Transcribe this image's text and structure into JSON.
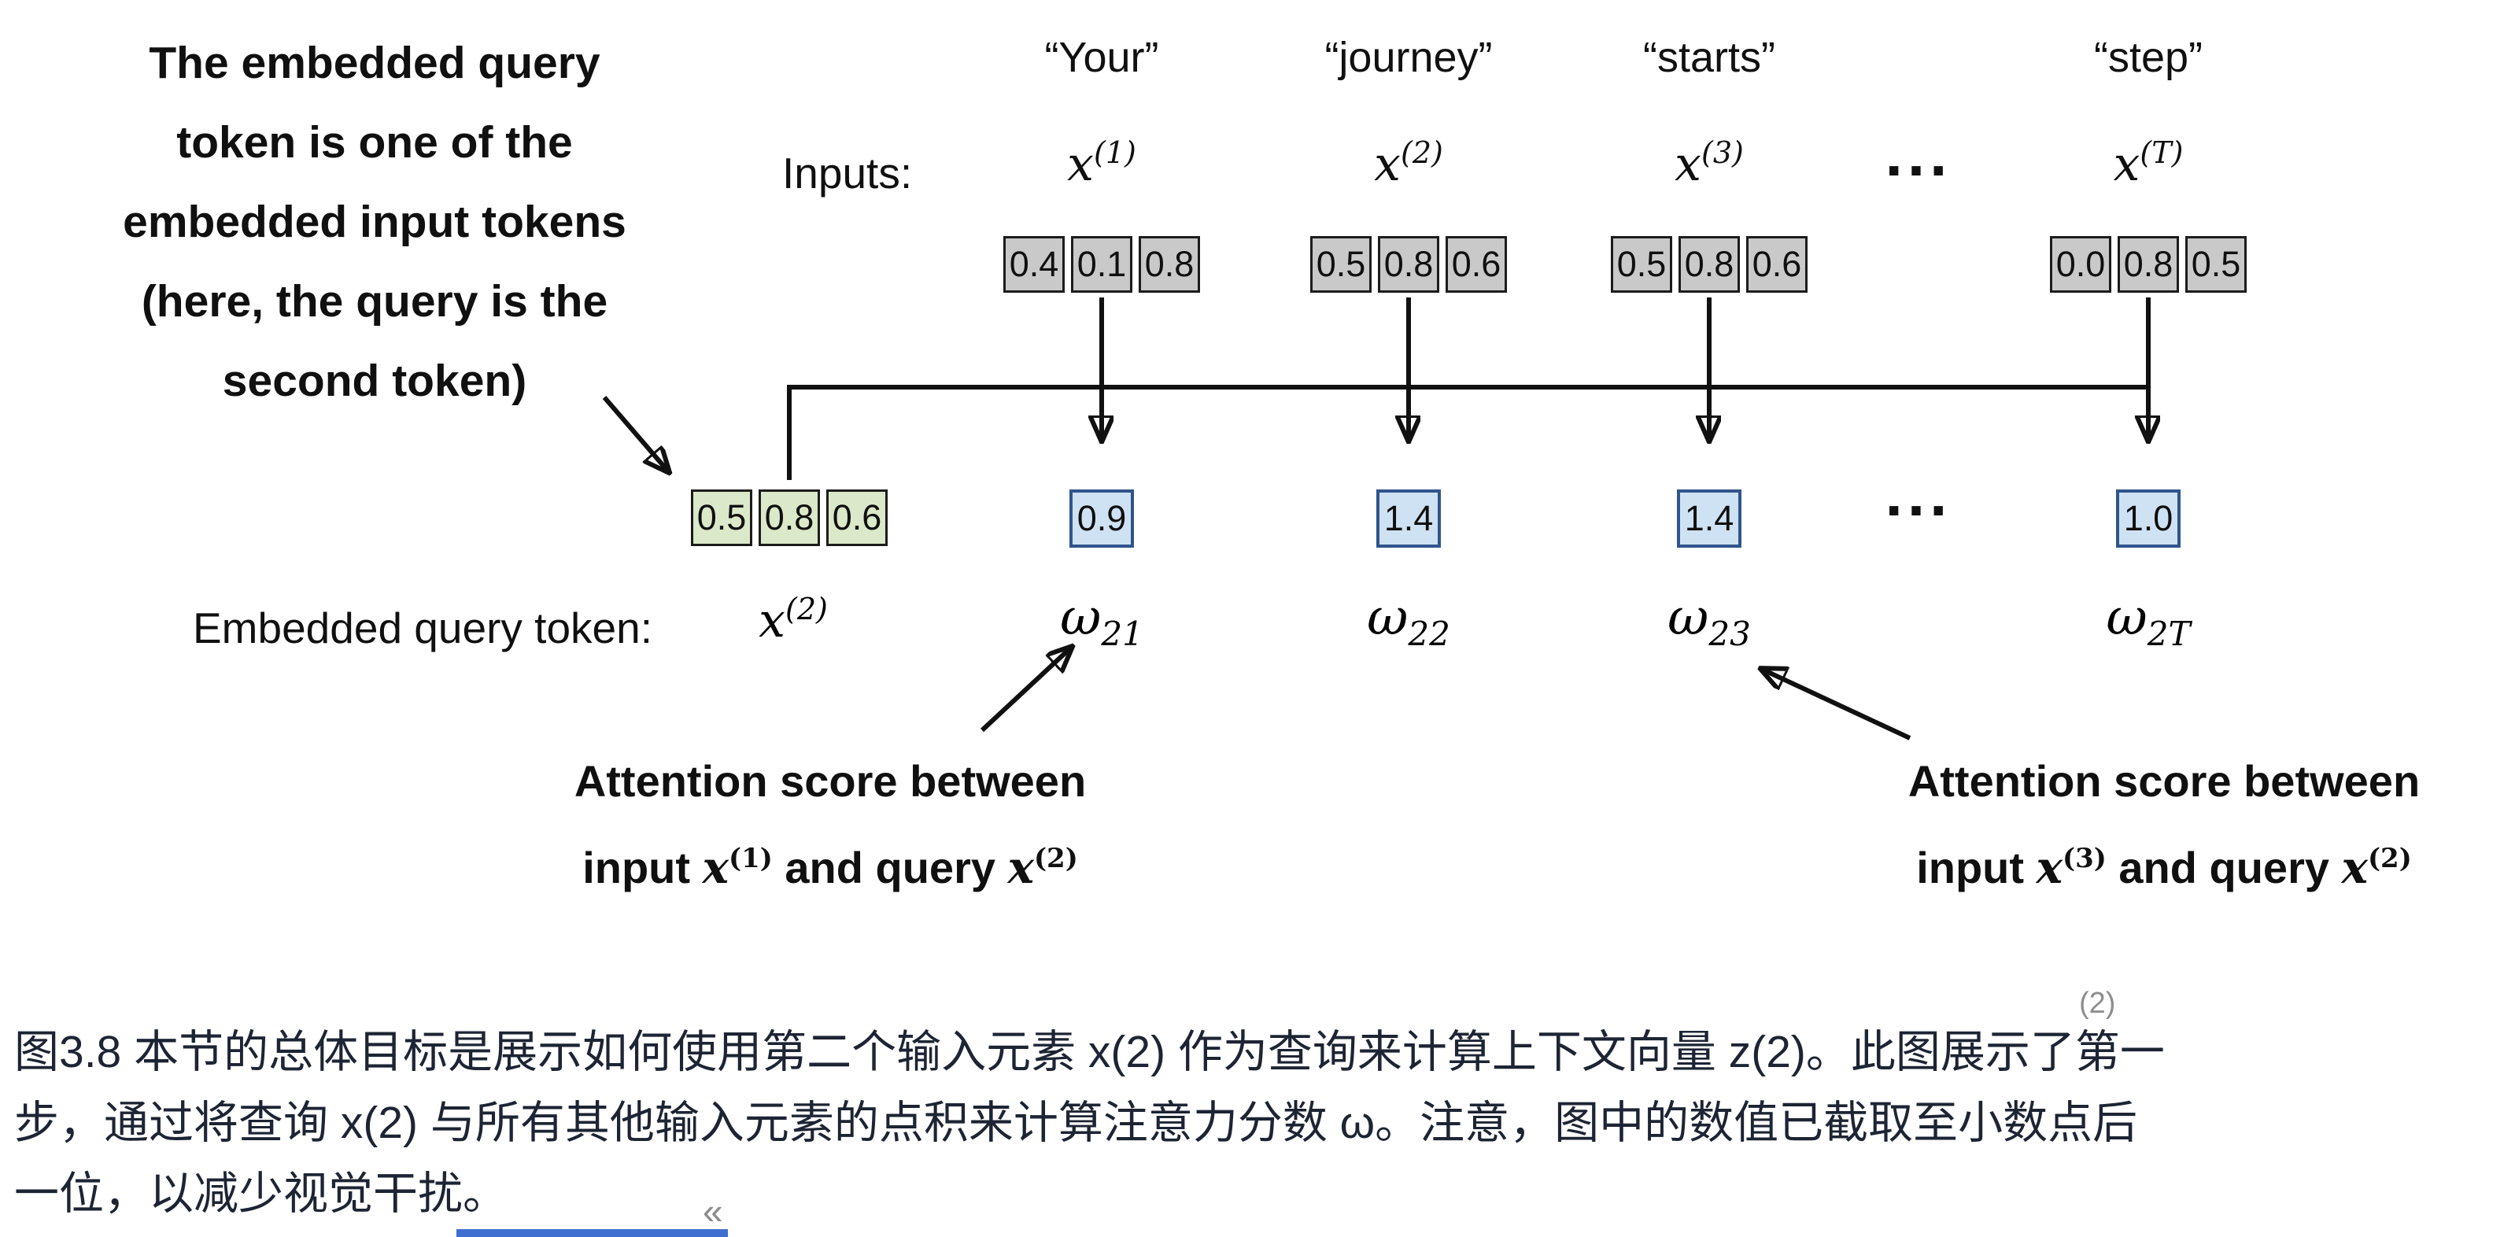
{
  "figure": {
    "annotation_query": {
      "lines": [
        "The embedded query",
        "token is one of the",
        "embedded input tokens",
        "(here, the query is the",
        "second token)"
      ]
    },
    "inputs_label": "Inputs:",
    "ellipsis_top": "...",
    "ellipsis_bottom": "...",
    "columns": [
      {
        "word": "“Your”",
        "var_base": "x",
        "var_sup": "(1)",
        "vector": [
          "0.4",
          "0.1",
          "0.8"
        ],
        "score": "0.9",
        "omega_base": "ω",
        "omega_sub": "21"
      },
      {
        "word": "“journey”",
        "var_base": "x",
        "var_sup": "(2)",
        "vector": [
          "0.5",
          "0.8",
          "0.6"
        ],
        "score": "1.4",
        "omega_base": "ω",
        "omega_sub": "22"
      },
      {
        "word": "“starts”",
        "var_base": "x",
        "var_sup": "(3)",
        "vector": [
          "0.5",
          "0.8",
          "0.6"
        ],
        "score": "1.4",
        "omega_base": "ω",
        "omega_sub": "23"
      },
      {
        "word": "“step”",
        "var_base": "x",
        "var_sup": "(T)",
        "vector": [
          "0.0",
          "0.8",
          "0.5"
        ],
        "score": "1.0",
        "omega_base": "ω",
        "omega_sub": "2T"
      }
    ],
    "query_row": {
      "label": "Embedded query token:",
      "var_base": "x",
      "var_sup": "(2)",
      "vector": [
        "0.5",
        "0.8",
        "0.6"
      ]
    },
    "score_note_left": {
      "line1": "Attention score between",
      "prefix": "input ",
      "var1_base": "x",
      "var1_sup": "(1)",
      "middle": " and query ",
      "var2_base": "x",
      "var2_sup": "(2)"
    },
    "score_note_right": {
      "line1": "Attention score between",
      "prefix": "input ",
      "var1_base": "x",
      "var1_sup": "(3)",
      "middle": " and query ",
      "var2_base": "x",
      "var2_sup": "(2)"
    }
  },
  "caption": {
    "lines": [
      "图3.8 本节的总体目标是展示如何使用第二个输入元素 x(2) 作为查询来计算上下文向量 z(2)。此图展示了第一",
      "步，通过将查询 x(2) 与所有其他输入元素的点积来计算注意力分数 ω。注意，图中的数值已截取至小数点后",
      "一位，以减少视觉干扰。"
    ]
  },
  "artifacts": {
    "superscript_ghost": "(2)",
    "quote_mark": "«"
  },
  "colors": {
    "input_box_fill": "#c9c9c9",
    "query_box_fill": "#dbe8c9",
    "score_box_fill": "#cfe2f3",
    "score_box_border": "#30548c",
    "box_border": "#1c1c1c",
    "caption_text": "#1d2433",
    "progress_bar": "#3f6fd1"
  }
}
